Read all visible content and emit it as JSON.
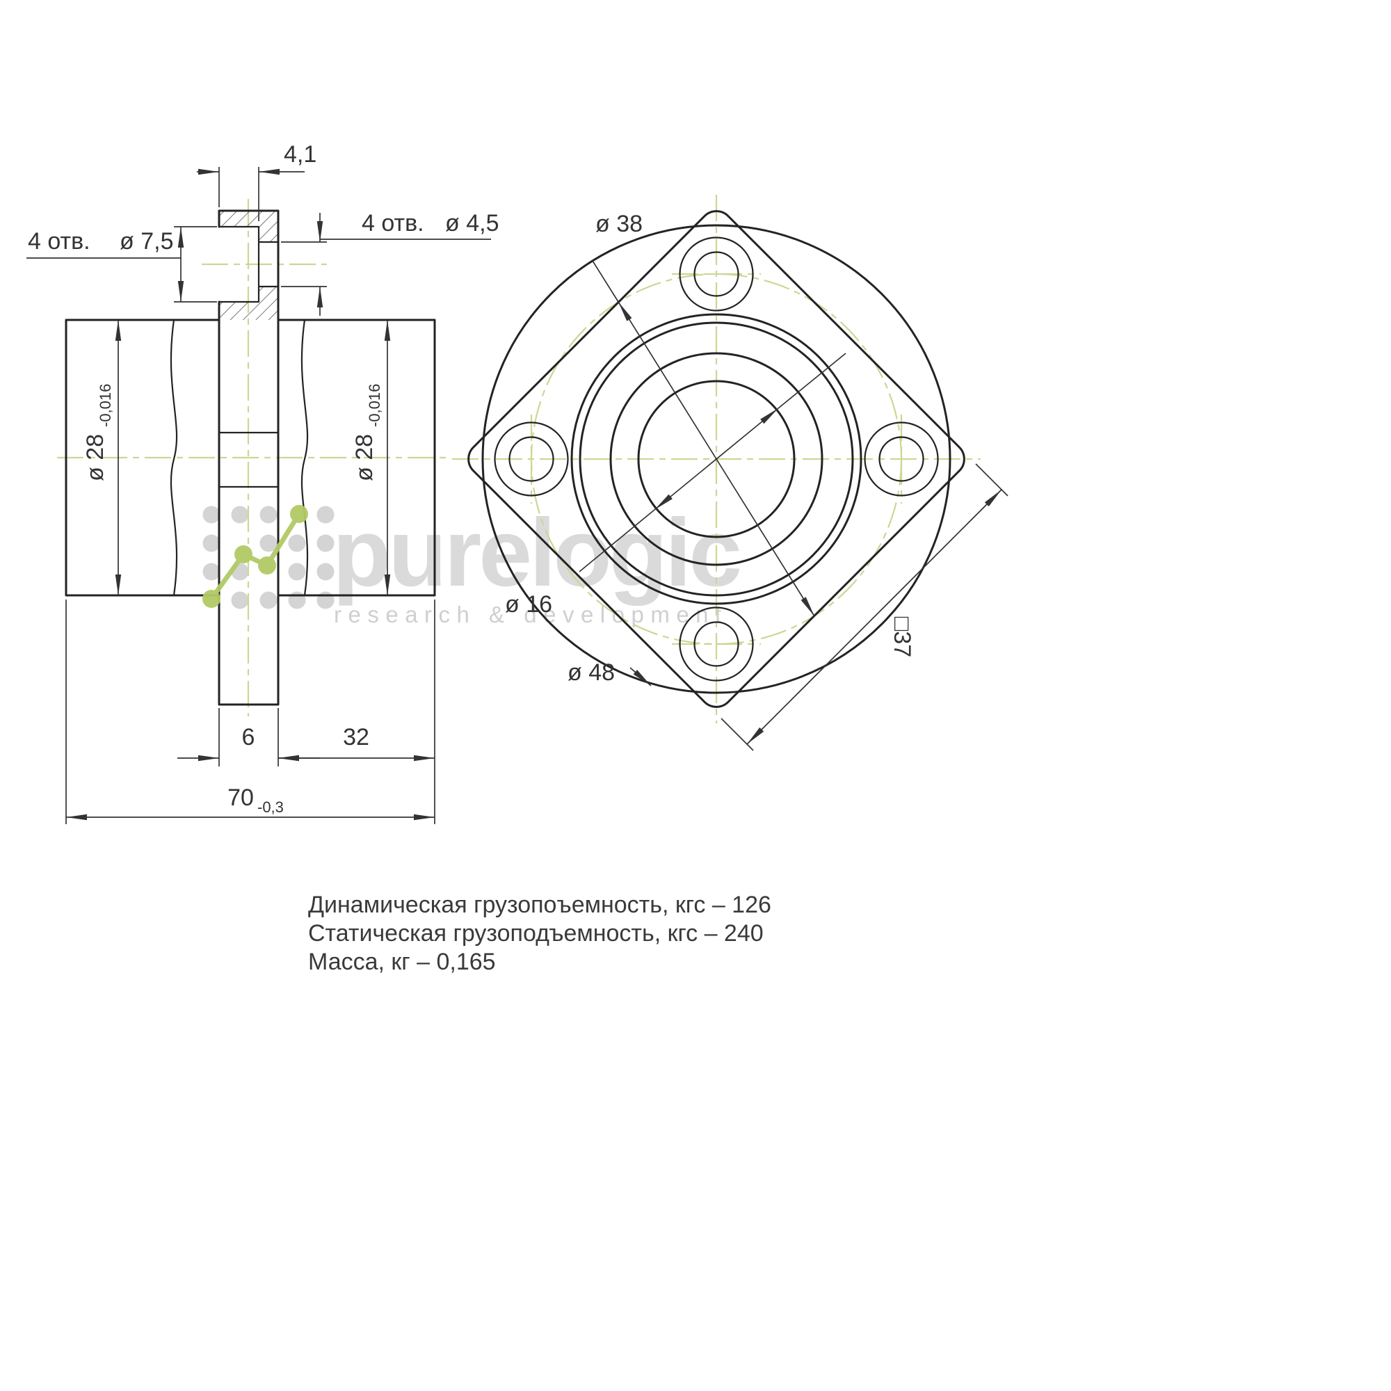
{
  "side_view": {
    "dim_counterbore_depth": "4,1",
    "holes_counterbore": {
      "count": "4 отв.",
      "dia": "ø 7,5"
    },
    "holes_through": {
      "count": "4 отв.",
      "dia": "ø 4,5"
    },
    "dim_outer_dia_left": {
      "value": "ø 28",
      "tol": "-0,016"
    },
    "dim_outer_dia_right": {
      "value": "ø 28",
      "tol": "-0,016"
    },
    "dim_flange_thickness": "6",
    "dim_body_length": "32",
    "dim_overall": {
      "value": "70",
      "tol": "-0,3"
    }
  },
  "front_view": {
    "dim_bolt_circle": "ø 38",
    "dim_bore": "ø 16",
    "dim_outer_circle": "ø 48",
    "dim_square": "□37"
  },
  "notes": [
    "Динамическая грузопоъемность, кгс – 126",
    "Статическая грузоподъемность, кгс – 240",
    "Масса, кг – 0,165"
  ],
  "watermark": {
    "brand": "purelogic",
    "tagline": "research & development"
  },
  "colors": {
    "line": "#232323",
    "centerline": "#ccd794",
    "logo_green": "#b2ca66",
    "watermark_gray": "#d8d8d8"
  }
}
